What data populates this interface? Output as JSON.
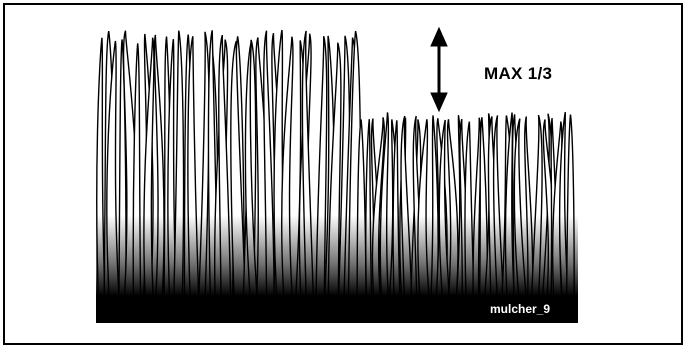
{
  "figure": {
    "label": "MAX 1/3",
    "code": "mulcher_9",
    "colors": {
      "ink": "#000000",
      "paper": "#ffffff"
    },
    "icons": [
      "double-arrow-icon",
      "grass-blades-illustration"
    ]
  }
}
